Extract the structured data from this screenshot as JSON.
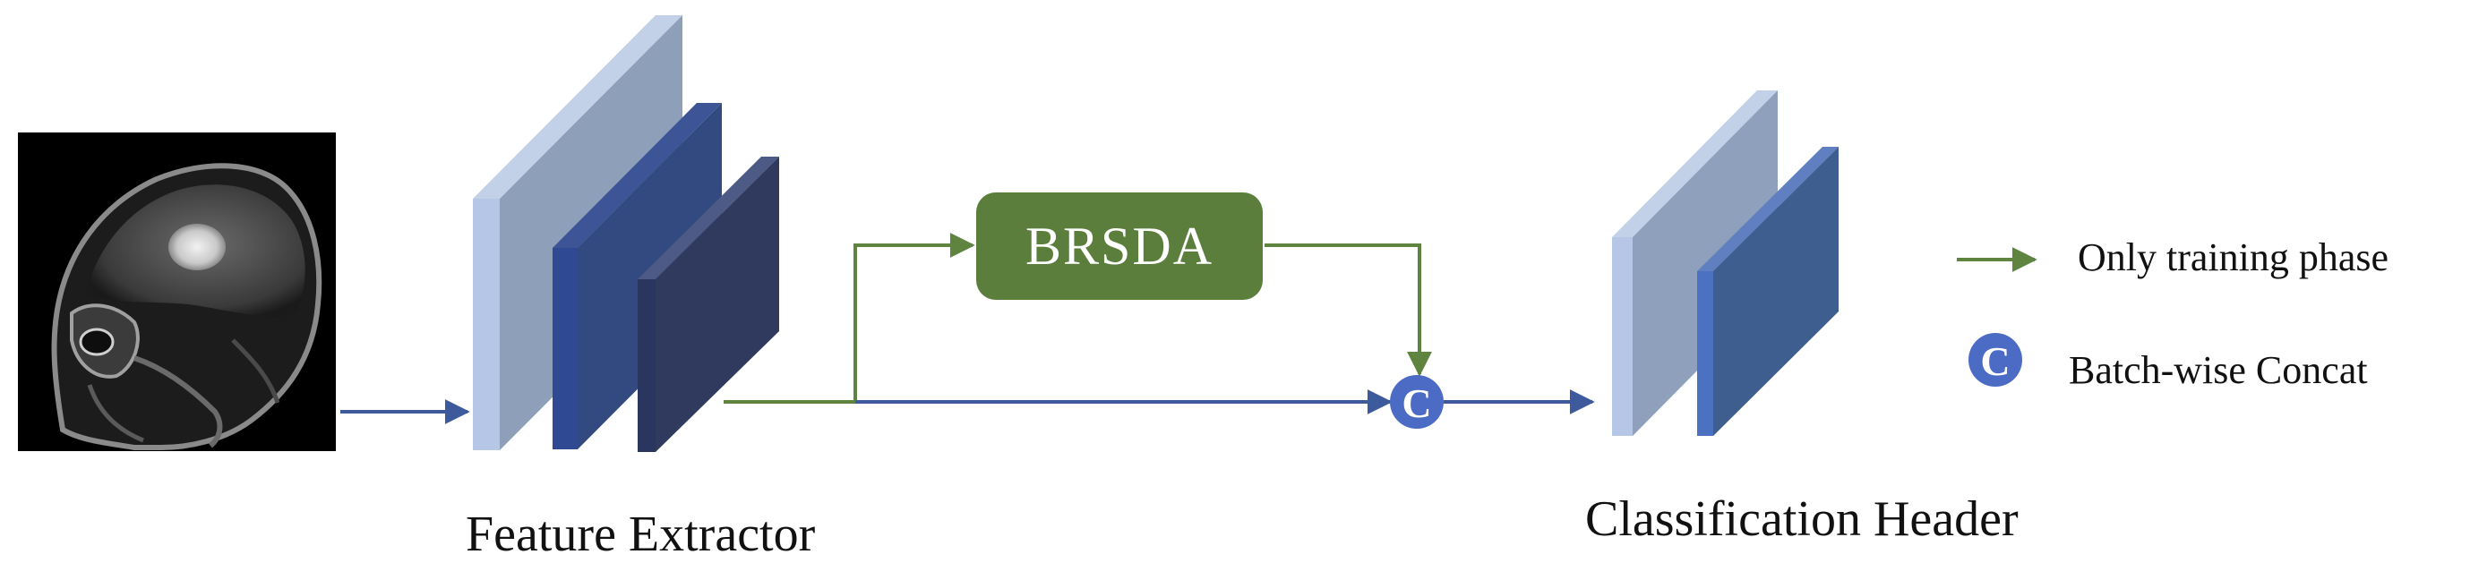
{
  "labels": {
    "feature_extractor": "Feature Extractor",
    "classification_header": "Classification Header",
    "brsda": "BRSDA",
    "concat_symbol": "C"
  },
  "legend": {
    "training_phase": "Only training phase",
    "batch_concat": "Batch-wise Concat"
  },
  "colors": {
    "green_path": "#5f8440",
    "blue_path": "#3d5a9c",
    "brsda_box": "#5b7e3d",
    "concat_circle": "#4b6bc4"
  },
  "icons": {
    "input_image": "mri-brain-scan-icon"
  }
}
